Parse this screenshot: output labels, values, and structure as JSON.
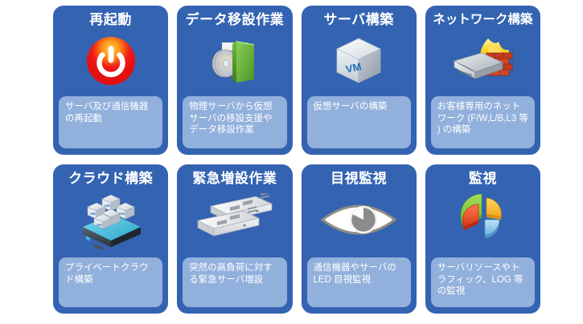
{
  "page": {
    "background_color": "#ffffff",
    "card_color": "#3463b2",
    "desc_box_color": "#92b0dc",
    "title_color": "#ffffff"
  },
  "cards": [
    {
      "title": "再起動",
      "icon": "power-button-icon",
      "description": "サーバ及び通信機器の再起動"
    },
    {
      "title": "データ移設作業",
      "icon": "disc-migration-icon",
      "description": "物理サーバから仮想サーバの移設支援やデータ移設作業"
    },
    {
      "title": "サーバ構築",
      "icon": "vm-cube-icon",
      "description": "仮想サーバの構築"
    },
    {
      "title": "ネットワーク構築",
      "icon": "firewall-router-icon",
      "description": "お客様専用のネットワーク (F/W,L/B,L3 等 ) の構築"
    },
    {
      "title": "クラウド構築",
      "icon": "cloud-vm-stack-icon",
      "description": "プライベートクラウド構築"
    },
    {
      "title": "緊急増設作業",
      "icon": "rack-servers-icon",
      "description": "突然の高負荷に対する緊急サーバ増設"
    },
    {
      "title": "目視監視",
      "icon": "eye-icon",
      "description": "通信機器やサーバの LED 目視監視"
    },
    {
      "title": "監視",
      "icon": "pie-chart-icon",
      "description": "サーバリソースやトラフィック、LOG 等の監視"
    }
  ]
}
